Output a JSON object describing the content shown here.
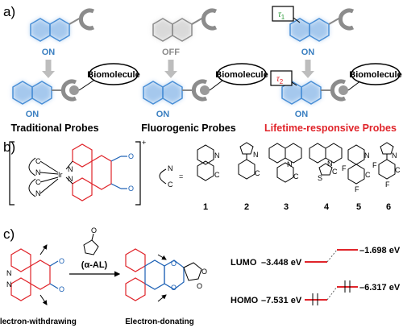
{
  "panels": {
    "a": "a)",
    "b": "b)",
    "c": "c)"
  },
  "panel_a": {
    "state_on": "ON",
    "state_off": "OFF",
    "biomolecule": "Biomolecule",
    "caption_traditional": "Traditional Probes",
    "caption_fluorogenic": "Fluorogenic Probes",
    "caption_lifetime": "Lifetime-responsive Probes",
    "tau1": "τ",
    "tau1_sub": "1",
    "tau2": "τ",
    "tau2_sub": "2"
  },
  "panel_b": {
    "metal": "Ir",
    "charge": "+",
    "equals": "=",
    "atom_c": "C",
    "atom_n": "N",
    "ligand_numbers": [
      "1",
      "2",
      "3",
      "4",
      "5",
      "6"
    ],
    "atom_f": "F",
    "atom_s": "S",
    "atom_o": "O"
  },
  "panel_c": {
    "reagent": "(α-AL)",
    "left_caption": "Electron-withdrawing",
    "right_caption": "Electron-donating",
    "lumo_label": "LUMO",
    "homo_label": "HOMO",
    "lumo_left": "–3.448 eV",
    "homo_left": "–7.531 eV",
    "lumo_right": "–1.698 eV",
    "homo_right": "–6.317 eV"
  },
  "colors": {
    "glow_blue": "#9cc3ec",
    "ring_blue": "#4a8fd6",
    "red": "#e0242a",
    "tau_green": "#2e9a3a",
    "tau_red": "#e0242a",
    "gray": "#8c8c8c"
  }
}
